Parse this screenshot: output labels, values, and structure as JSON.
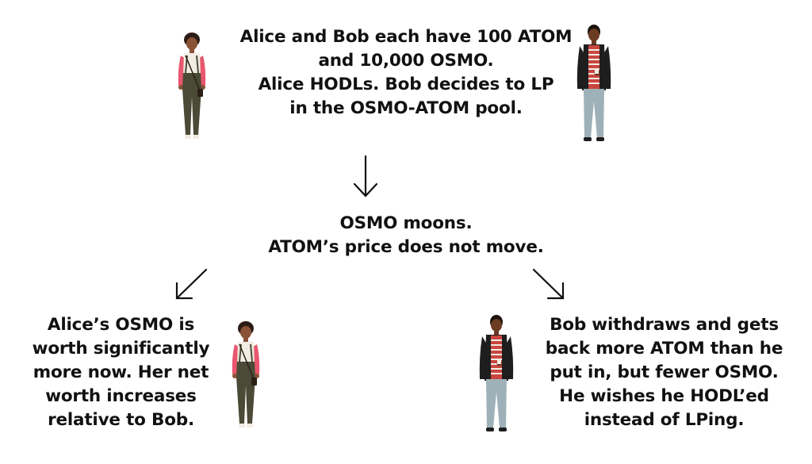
{
  "top": {
    "line1": "Alice and Bob each have 100 ATOM",
    "line2": "and 10,000 OSMO.",
    "line3": "Alice HODLs. Bob decides to LP",
    "line4": "in the OSMO-ATOM pool."
  },
  "middle": {
    "line1": "OSMO moons.",
    "line2": "ATOM’s price does not move."
  },
  "left_outcome": {
    "line1": "Alice’s OSMO is",
    "line2": "worth significantly",
    "line3": "more now. Her net",
    "line4": "worth increases",
    "line5": "relative to Bob."
  },
  "right_outcome": {
    "line1": "Bob withdraws and gets",
    "line2": "back more ATOM than he",
    "line3": "put in, but fewer OSMO.",
    "line4": "He wishes he HODL’ed",
    "line5": "instead of LPing."
  },
  "colors": {
    "alice_top": "#e8576e",
    "alice_pants": "#4a4a36",
    "bob_jacket": "#1e1e1e",
    "bob_shirt": "#c9463f",
    "bob_pants": "#9fb1b8",
    "skin_dark": "#6b3b22"
  }
}
